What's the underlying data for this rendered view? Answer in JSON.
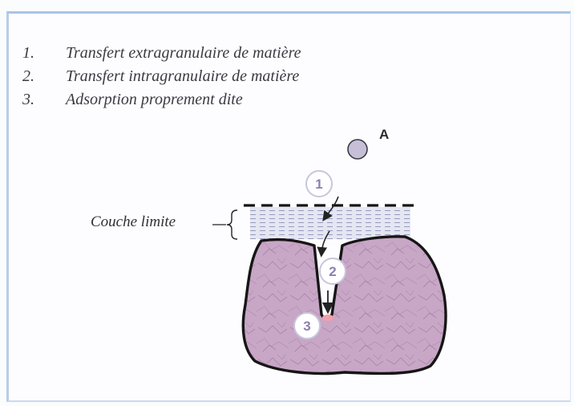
{
  "legend": [
    {
      "number": "1.",
      "text": "Transfert extragranulaire de matière"
    },
    {
      "number": "2.",
      "text": "Transfert intragranulaire de matière"
    },
    {
      "number": "3.",
      "text": "Adsorption proprement dite"
    }
  ],
  "molecule_label": "A",
  "boundary_layer_label": "Couche limite",
  "steps": [
    "1",
    "2",
    "3"
  ],
  "colors": {
    "frame": "#a9c4e4",
    "grain_fill": "#c9a7c6",
    "grain_outline": "#161616",
    "boundary_layer": "#dfe2ef",
    "step_circle_text": "#8d7fb0",
    "molecule": "#c7bfd8",
    "adsorption_site": "#f2a0a8"
  }
}
